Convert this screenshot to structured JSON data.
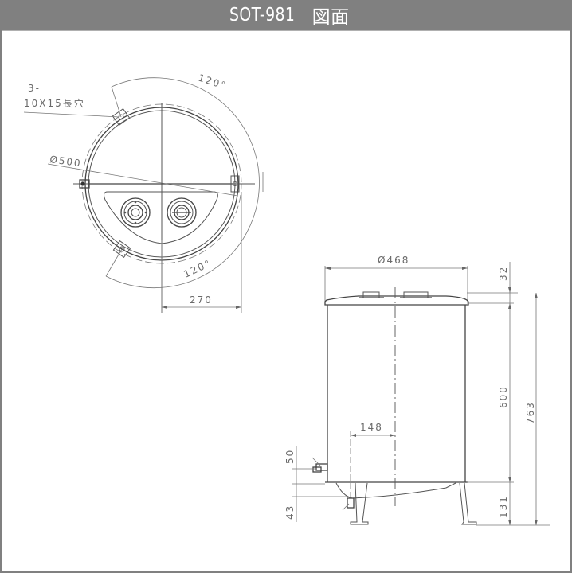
{
  "header": {
    "title_model": "SOT-981",
    "title_suffix": "図面",
    "background_color": "#808080",
    "text_color": "#ffffff"
  },
  "top_view": {
    "hole_note_line1": "3-",
    "hole_note_line2": "10X15長穴",
    "diameter_label": "Ø500",
    "angle_top": "120°",
    "angle_bottom": "120°",
    "width_dim": "270"
  },
  "side_view": {
    "diameter_label": "Ø468",
    "dim_lid": "32",
    "dim_body": "600",
    "dim_total": "763",
    "dim_leg": "131",
    "dim_offset": "148",
    "dim_outlet_height": "50",
    "dim_drain_height": "43"
  }
}
